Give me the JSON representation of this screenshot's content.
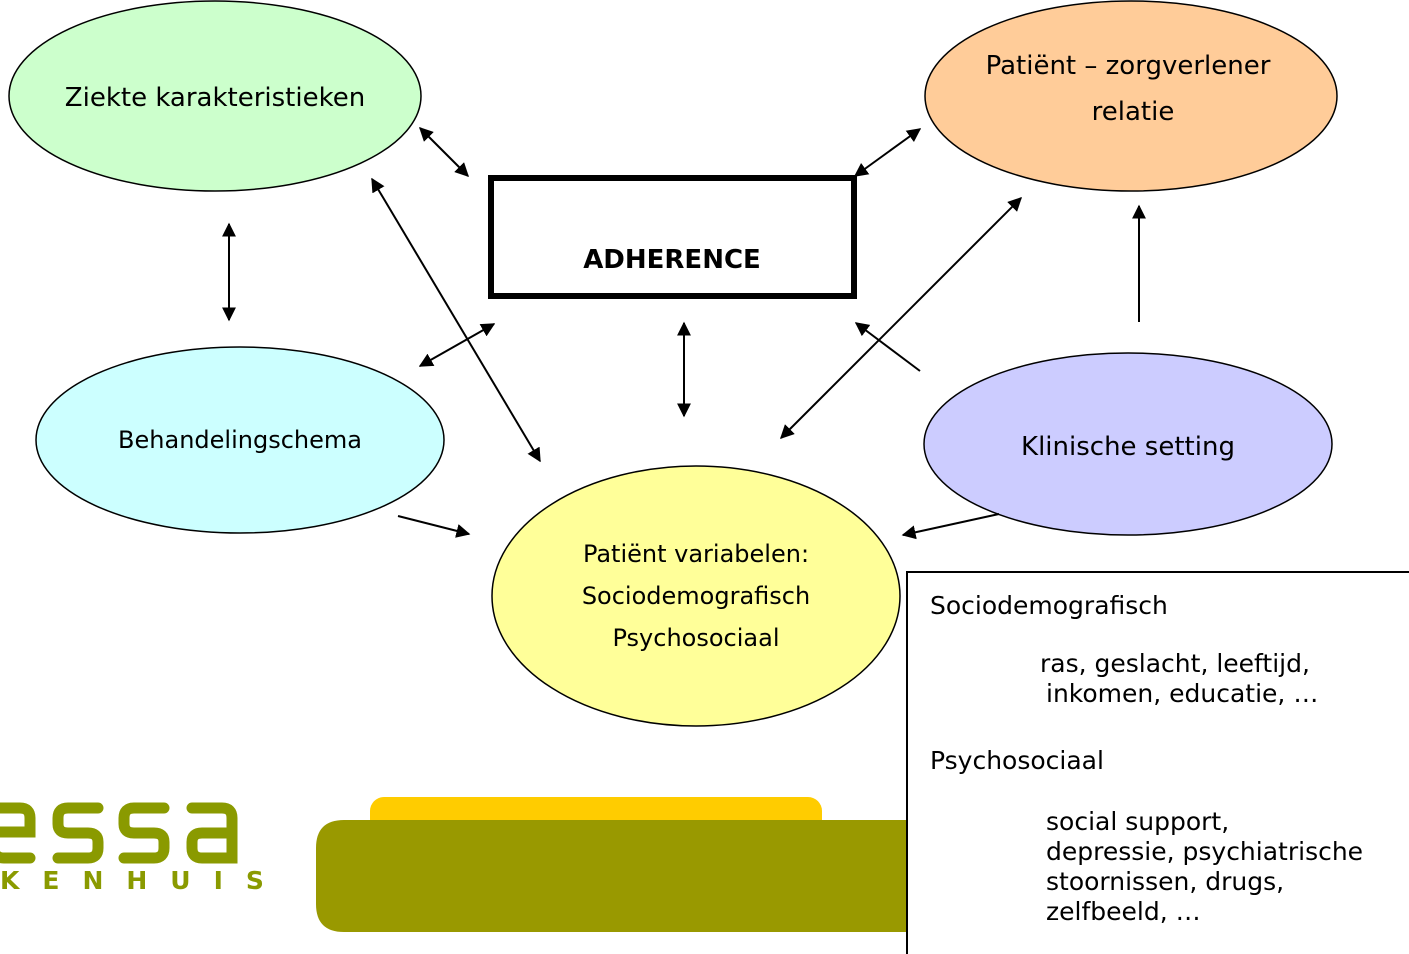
{
  "colors": {
    "disease": "#ccffcc",
    "relation": "#ffcc99",
    "treatment": "#ccffff",
    "clinical": "#ccccff",
    "patient": "#ffff99",
    "olive": "#999900",
    "gold": "#ffcc00"
  },
  "center": {
    "label": "ADHERENCE"
  },
  "nodes": {
    "disease": {
      "label": "Ziekte karakteristieken"
    },
    "relation": {
      "line1": "Patiënt – zorgverlener",
      "line2": "relatie"
    },
    "treatment": {
      "label": "Behandelingschema"
    },
    "clinical": {
      "label": "Klinische setting"
    },
    "patient": {
      "line1": "Patiënt variabelen:",
      "line2": "Sociodemografisch",
      "line3": "Psychosociaal"
    }
  },
  "legend": {
    "socio_heading": "Sociodemografisch",
    "socio_line1": "ras, geslacht, leeftijd,",
    "socio_line2": "inkomen, educatie, …",
    "psycho_heading": "Psychosociaal",
    "psycho_line1": "social support,",
    "psycho_line2": "depressie, psychiatrische",
    "psycho_line3": "stoornissen, drugs,",
    "psycho_line4": "zelfbeeld, …"
  },
  "logo": {
    "brand": "essa",
    "sub": "KENHUIS"
  }
}
